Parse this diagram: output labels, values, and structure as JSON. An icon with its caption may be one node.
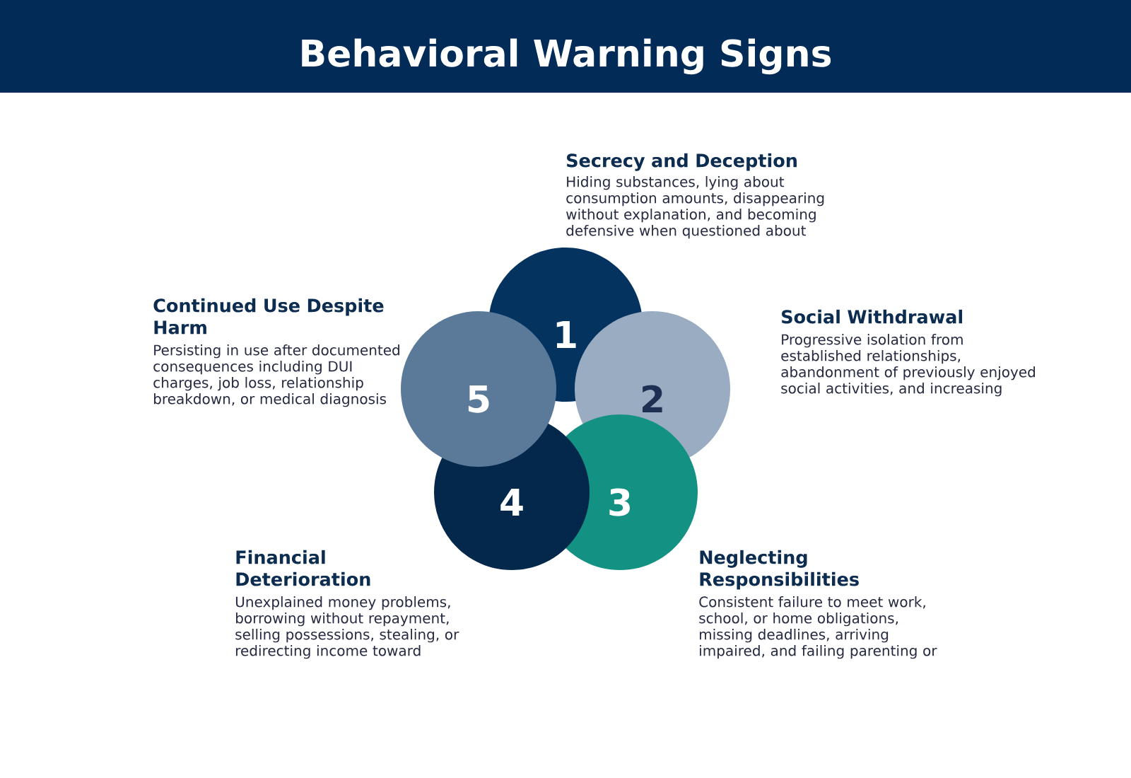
{
  "diagram": {
    "title": "Behavioral Warning Signs",
    "nodes": [
      {
        "text": [
          "1"
        ],
        "beside": [
          "Secrecy and Deception",
          "Hiding substances, lying about consumption amounts, disappearing without explanation, and becoming defensive when questioned about"
        ]
      },
      {
        "text": [
          "2"
        ],
        "beside": [
          "Social Withdrawal",
          "Progressive isolation from established relationships, abandonment of previously enjoyed social activities, and increasing"
        ]
      },
      {
        "text": [
          "3"
        ],
        "beside": [
          "Neglecting Responsibilities",
          "Consistent failure to meet work, school, or home obligations, missing deadlines, arriving impaired, and failing parenting or"
        ]
      },
      {
        "text": [
          "4"
        ],
        "beside": [
          "Financial Deterioration",
          "Unexplained money problems, borrowing without repayment, selling possessions, stealing, or redirecting income toward"
        ]
      },
      {
        "text": [
          "5"
        ],
        "beside": [
          "Continued Use Despite Harm",
          "Persisting in use after documented consequences including DUI charges, job loss, relationship breakdown, or medical diagnosis"
        ]
      }
    ]
  }
}
